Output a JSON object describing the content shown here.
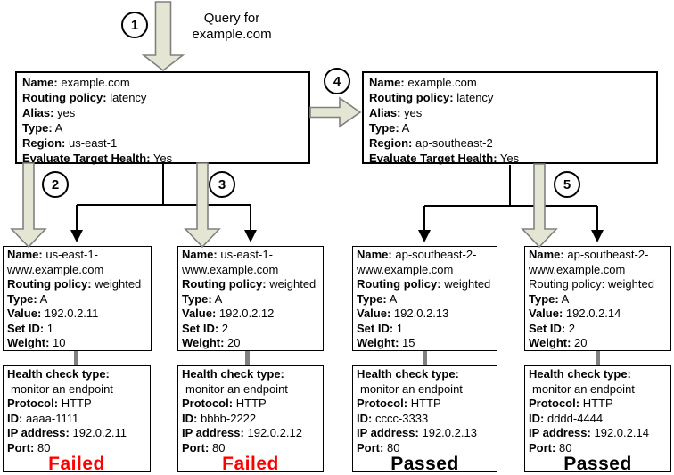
{
  "query": {
    "line1": "Query for",
    "line2": "example.com"
  },
  "steps": [
    "1",
    "2",
    "3",
    "4",
    "5"
  ],
  "colors": {
    "arrow_fill": "#E4E6D3",
    "arrow_stroke": "#808080",
    "box_border": "#000000",
    "failed": "#FF0000",
    "passed": "#000000",
    "connector": "#808080"
  },
  "latency_records": [
    {
      "name_l": "Name:",
      "name_v": "example.com",
      "policy_l": "Routing policy:",
      "policy_v": "latency",
      "alias_l": "Alias:",
      "alias_v": "yes",
      "type_l": "Type:",
      "type_v": "A",
      "region_l": "Region:",
      "region_v": "us-east-1",
      "eth_l": "Evaluate Target Health:",
      "eth_v": "Yes"
    },
    {
      "name_l": "Name:",
      "name_v": "example.com",
      "policy_l": "Routing policy:",
      "policy_v": "latency",
      "alias_l": "Alias:",
      "alias_v": "yes",
      "type_l": "Type:",
      "type_v": "A",
      "region_l": "Region:",
      "region_v": "ap-southeast-2",
      "eth_l": "Evaluate Target Health:",
      "eth_v": "Yes"
    }
  ],
  "weighted_records": [
    {
      "name_l": "Name:",
      "name_v": "us-east-1-www.example.com",
      "policy_l": "Routing policy:",
      "policy_v": "weighted",
      "policy_label_bold": true,
      "type_l": "Type:",
      "type_v": "A",
      "value_l": "Value:",
      "value_v": "192.0.2.11",
      "setid_l": "Set ID:",
      "setid_v": "1",
      "weight_l": "Weight:",
      "weight_v": "10"
    },
    {
      "name_l": "Name:",
      "name_v": "us-east-1-www.example.com",
      "policy_l": "Routing policy:",
      "policy_v": "weighted",
      "policy_label_bold": true,
      "type_l": "Type:",
      "type_v": "A",
      "value_l": "Value:",
      "value_v": "192.0.2.12",
      "setid_l": "Set ID:",
      "setid_v": "2",
      "weight_l": "Weight:",
      "weight_v": "20"
    },
    {
      "name_l": "Name:",
      "name_v": "ap-southeast-2-www.example.com",
      "policy_l": "Routing policy:",
      "policy_v": "weighted",
      "policy_label_bold": true,
      "type_l": "Type:",
      "type_v": "A",
      "value_l": "Value:",
      "value_v": "192.0.2.13",
      "setid_l": "Set ID:",
      "setid_v": "1",
      "weight_l": "Weight:",
      "weight_v": "15"
    },
    {
      "name_l": "Name:",
      "name_v": "ap-southeast-2-www.example.com",
      "policy_l": "Routing policy:",
      "policy_v": "weighted",
      "policy_label_bold": false,
      "type_l": "Type:",
      "type_v": "A",
      "value_l": "Value:",
      "value_v": "192.0.2.14",
      "setid_l": "Set ID:",
      "setid_v": "2",
      "weight_l": "Weight:",
      "weight_v": "20"
    }
  ],
  "health_checks": [
    {
      "type_l": "Health check type:",
      "type_v": "monitor an endpoint",
      "protocol_l": "Protocol:",
      "protocol_v": "HTTP",
      "id_l": "ID:",
      "id_v": "aaaa-1111",
      "ip_l": "IP address:",
      "ip_v": "192.0.2.11",
      "port_l": "Port:",
      "port_v": "80",
      "status": "Failed"
    },
    {
      "type_l": "Health check type:",
      "type_v": "monitor an endpoint",
      "protocol_l": "Protocol:",
      "protocol_v": "HTTP",
      "id_l": "ID:",
      "id_v": "bbbb-2222",
      "ip_l": "IP address:",
      "ip_v": "192.0.2.12",
      "port_l": "Port:",
      "port_v": "80",
      "status": "Failed"
    },
    {
      "type_l": "Health check type:",
      "type_v": "monitor an endpoint",
      "protocol_l": "Protocol:",
      "protocol_v": "HTTP",
      "id_l": "ID:",
      "id_v": "cccc-3333",
      "ip_l": "IP address:",
      "ip_v": "192.0.2.13",
      "port_l": "Port:",
      "port_v": "80",
      "status": "Passed"
    },
    {
      "type_l": "Health check type:",
      "type_v": "monitor an endpoint",
      "protocol_l": "Protocol:",
      "protocol_v": "HTTP",
      "id_l": "ID:",
      "id_v": "dddd-4444",
      "ip_l": "IP address:",
      "ip_v": "192.0.2.14",
      "port_l": "Port:",
      "port_v": "80",
      "status": "Passed"
    }
  ]
}
